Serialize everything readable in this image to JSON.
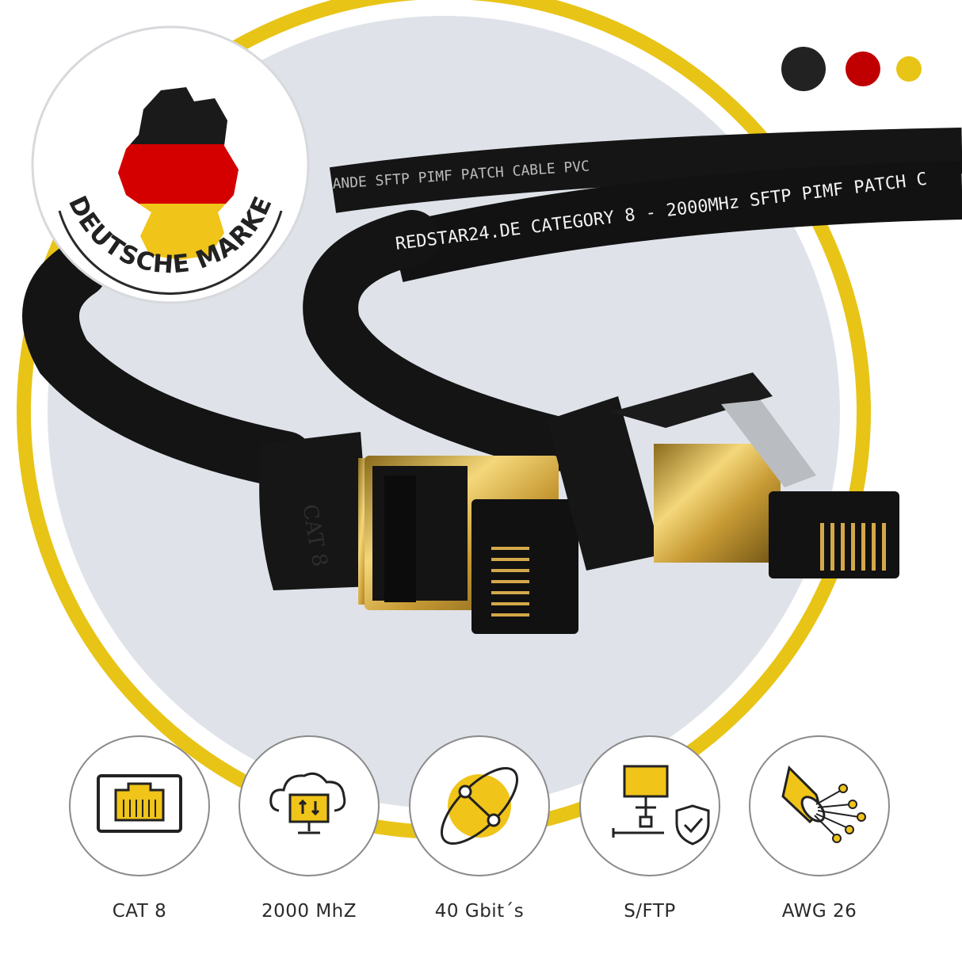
{
  "badge": {
    "text": "DEUTSCHE MARKE"
  },
  "color_dots": [
    "#222222",
    "#c00000",
    "#e8c417"
  ],
  "cable": {
    "print_main": "REDSTAR24.DE CATEGORY 8 - 2000MHz SFTP PIMF PATCH C",
    "print_top": "ANDE SFTP PIMF PATCH CABLE PVC",
    "plug_label": "CAT 8"
  },
  "features": [
    {
      "icon": "rj45-port-icon",
      "label": "CAT 8"
    },
    {
      "icon": "cloud-transfer-icon",
      "label": "2000 MhZ"
    },
    {
      "icon": "speed-orbit-icon",
      "label": "40 Gbit´s"
    },
    {
      "icon": "network-shield-icon",
      "label": "S/FTP"
    },
    {
      "icon": "fiber-wire-icon",
      "label": "AWG 26"
    }
  ]
}
